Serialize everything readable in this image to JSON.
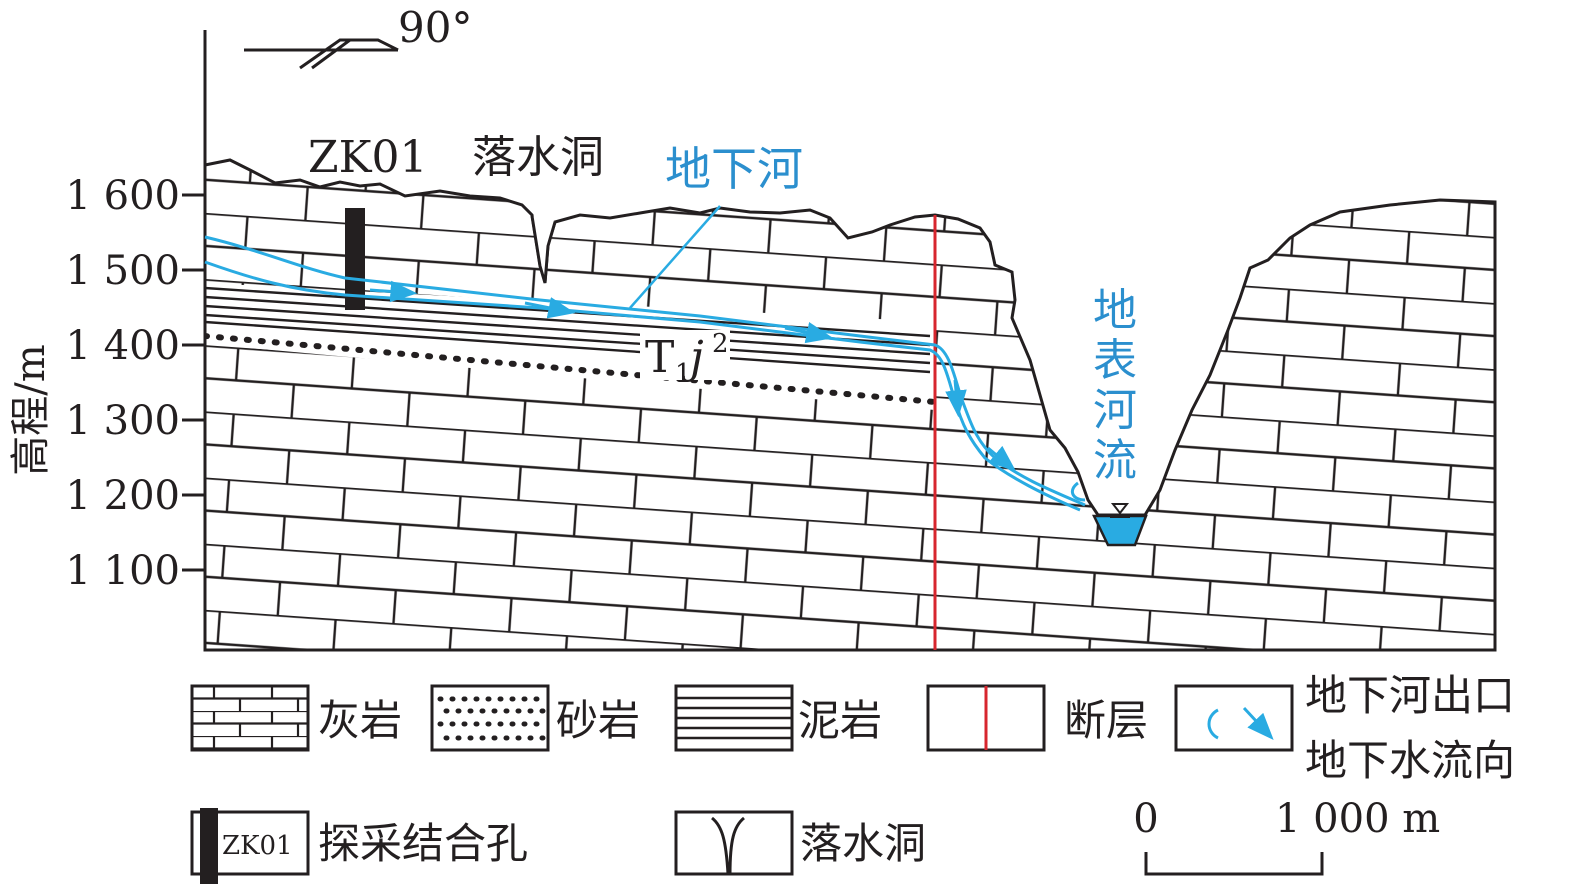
{
  "diagram": {
    "dip_label": "90°",
    "y_axis": {
      "title": "高程/m",
      "ticks": [
        "1 600",
        "1 500",
        "1 400",
        "1 300",
        "1 200",
        "1 100"
      ]
    },
    "labels": {
      "borehole": "ZK01",
      "sinkhole": "落水洞",
      "underground_river": "地下河",
      "surface_river": [
        "地",
        "表",
        "河",
        "流"
      ],
      "formation_base": "T",
      "formation_sub": "1",
      "formation_italic": "j",
      "formation_sup": "2"
    },
    "legend": {
      "limestone": "灰岩",
      "sandstone": "砂岩",
      "mudstone": "泥岩",
      "fault": "断层",
      "outlet": "地下河出口",
      "flow": "地下水流向",
      "borehole_box": "ZK01",
      "borehole": "探采结合孔",
      "sinkhole": "落水洞"
    },
    "scale_bar": {
      "start": "0",
      "end": "1 000 m"
    },
    "colors": {
      "line": "#231f20",
      "water": "#29abe2",
      "water_text": "#2b8fce",
      "fault": "#d7262e"
    }
  }
}
